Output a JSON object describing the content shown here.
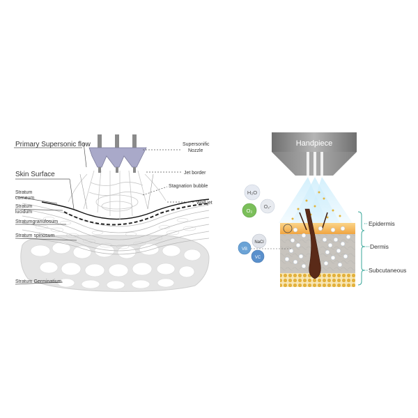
{
  "left_diagram": {
    "labels": {
      "primary_flow": "Primary Supersonic flow",
      "nozzle_line1": "Supersonific",
      "nozzle_line2": "Nozzle",
      "skin_surface": "Skin Surface",
      "jet_border": "Jet border",
      "stagnation_bubble": "Stagnation bubble",
      "stratum_corneum_1": "Stratum",
      "stratum_corneum_2": "corneum",
      "wall_jet": "Wall jet",
      "stratum_lucidum_1": "Stratum",
      "stratum_lucidum_2": "lucidum",
      "stratum_granulosum": "Stratumgranulosum",
      "stratum_spinosum": "Stratum spinosum",
      "stratum_germinativum": "Stratum Germinatium"
    }
  },
  "right_diagram": {
    "handpiece": "Handpiece",
    "molecules": {
      "h2o": "H₂O",
      "o2": "O₂",
      "o2_minus": "O₂-",
      "nacl": "NaCl",
      "vb": "VB",
      "vc": "VC"
    },
    "layers": {
      "epidermis": "Epidermis",
      "dermis": "Dermis",
      "subcutaneous": "Subcutaneous"
    }
  },
  "colors": {
    "epidermis": "#f3b35a",
    "dermis": "#bcc7d6",
    "subcutaneous": "#d9a640",
    "bracket": "#3aa79a",
    "handpiece": "#8c8c8c",
    "spray": "#bfe3f7"
  }
}
